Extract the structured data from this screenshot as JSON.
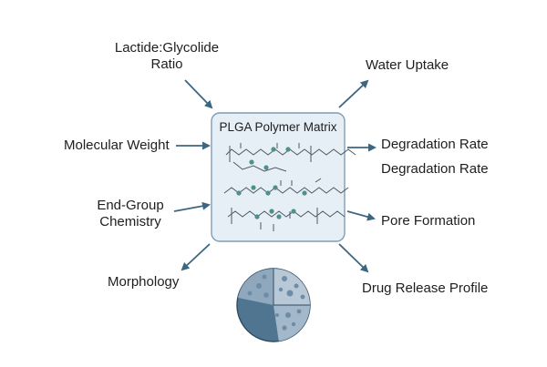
{
  "center": {
    "title": "PLGA Polymer Matrix"
  },
  "inputs": [
    {
      "lines": [
        "Lactide:Glycolide",
        "Ratio"
      ]
    },
    {
      "lines": [
        "Molecular Weight"
      ]
    },
    {
      "lines": [
        "End-Group",
        "Chemistry"
      ]
    },
    {
      "lines": [
        "Morphology"
      ]
    }
  ],
  "outputs": [
    {
      "text": "Water Uptake"
    },
    {
      "text": "Degradation Rate"
    },
    {
      "text": "Degradation Rate"
    },
    {
      "text": "Pore Formation"
    },
    {
      "text": "Drug Release Profile"
    }
  ],
  "colors": {
    "arrow": "#3d6680",
    "box_fill": "#e6eef6",
    "box_stroke": "#7f9cb6",
    "atom": "#4f8f8c",
    "particle_shell": "#4f7591",
    "particle_core": "#b9c8d6"
  }
}
